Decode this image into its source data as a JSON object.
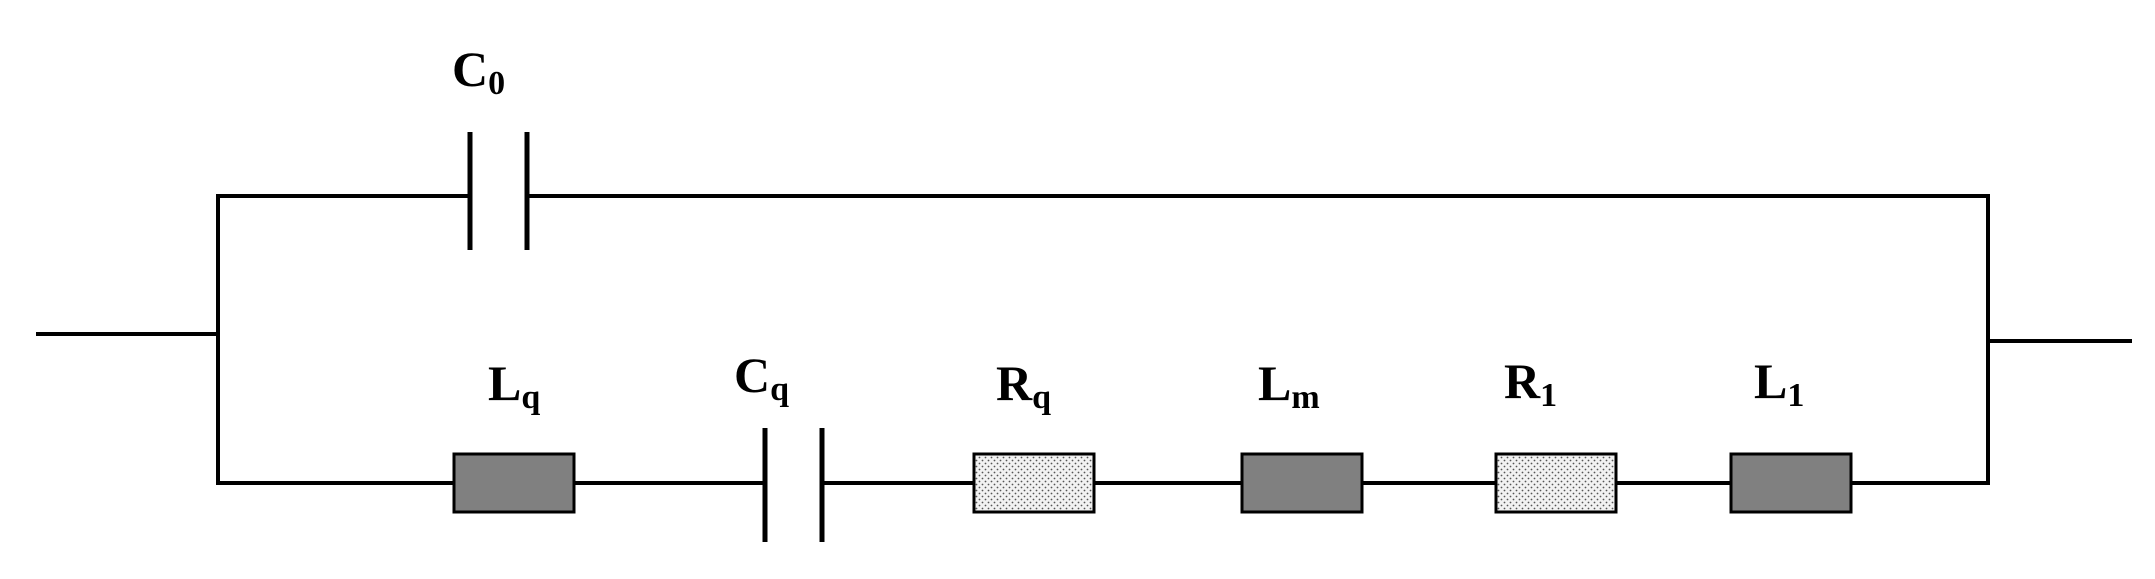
{
  "labels": {
    "c0": {
      "main": "C",
      "sub": "0"
    },
    "lq": {
      "main": "L",
      "sub": "q"
    },
    "cq": {
      "main": "C",
      "sub": "q"
    },
    "rq": {
      "main": "R",
      "sub": "q"
    },
    "lm": {
      "main": "L",
      "sub": "m"
    },
    "r1": {
      "main": "R",
      "sub": "1"
    },
    "l1": {
      "main": "L",
      "sub": "1"
    }
  },
  "colors": {
    "wire": "#000000",
    "inductor_fill": "#808080",
    "resistor_fill": "#f2f2f2",
    "resistor_dots": "#555555",
    "background": "#ffffff"
  }
}
